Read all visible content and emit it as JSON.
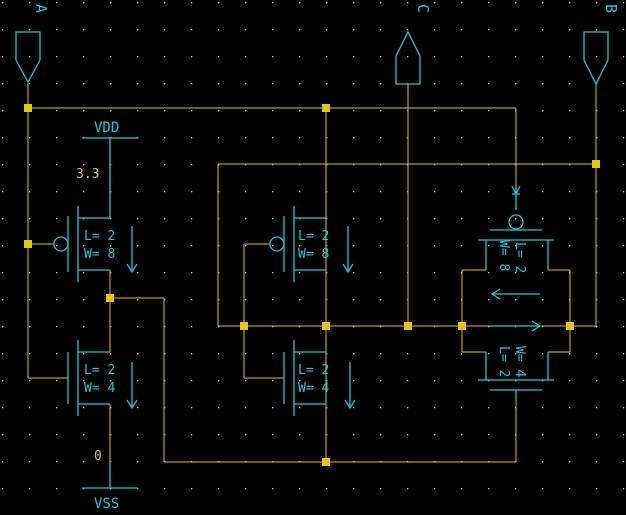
{
  "colors": {
    "background": "#000000",
    "grid_dot": "#c8c8c8",
    "wire": "#e6c21e",
    "device": "#22c8d8",
    "label": "#22c8d8",
    "value": "#e6c21e"
  },
  "pins": {
    "a": "A",
    "b": "B",
    "c": "C"
  },
  "supply": {
    "vdd_label": "VDD",
    "vdd_value": "3.3",
    "vss_label": "VSS",
    "vss_value": "0"
  },
  "devices": {
    "pmos_left_l": "L= 2",
    "pmos_left_w": "W= 8",
    "pmos_mid_l": "L= 2",
    "pmos_mid_w": "W= 8",
    "nmos_left_l": "L= 2",
    "nmos_left_w": "W= 4",
    "nmos_mid_l": "L= 2",
    "nmos_mid_w": "W= 4",
    "tg_p_l": "L= 2",
    "tg_p_w": "W= 8",
    "tg_n_l": "L= 2",
    "tg_n_w": "W= 4"
  }
}
